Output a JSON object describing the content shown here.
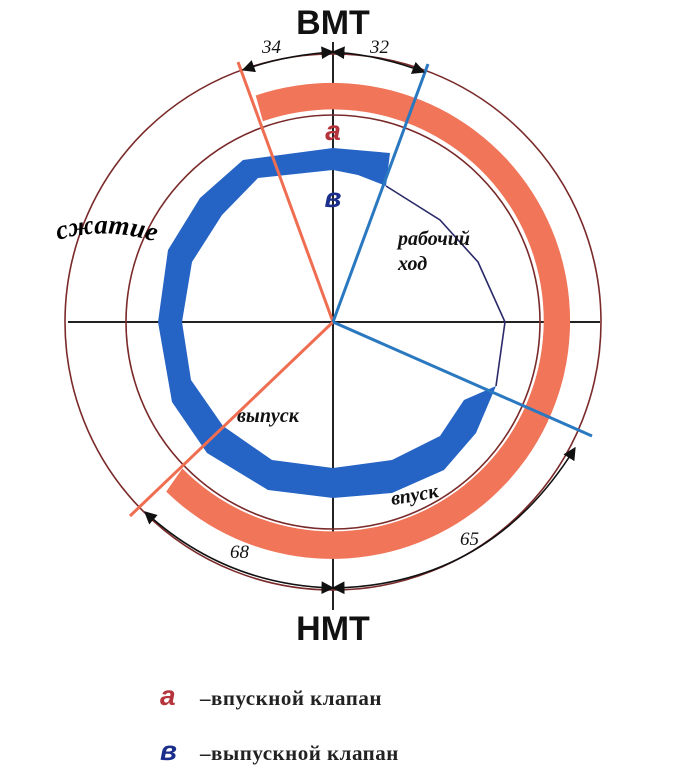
{
  "labels": {
    "tdc": "ВМТ",
    "bdc": "НМТ",
    "angle_top_left": "34",
    "angle_top_right": "32",
    "angle_bottom_left": "68",
    "angle_bottom_right": "65",
    "letter_a": "а",
    "letter_v": "в",
    "phase_compression": "сжатие",
    "phase_power_line1": "рабочий",
    "phase_power_line2": "ход",
    "phase_exhaust": "выпуск",
    "phase_intake": "впуск"
  },
  "legend": [
    {
      "letter": "а",
      "text": "–впускной клапан",
      "color": "#b5333b"
    },
    {
      "letter": "в",
      "text": "–выпускной клапан",
      "color": "#1a2f8c"
    }
  ],
  "colors": {
    "intake_band": "#f07559",
    "exhaust_band": "#2563c4",
    "red_line": "#ef6e52",
    "blue_line": "#2a78c0",
    "thin_circle": "#7a2a2a",
    "thin_navy": "#2a2a6a",
    "letter_a": "#b5333b",
    "letter_v": "#1a2f8c"
  }
}
